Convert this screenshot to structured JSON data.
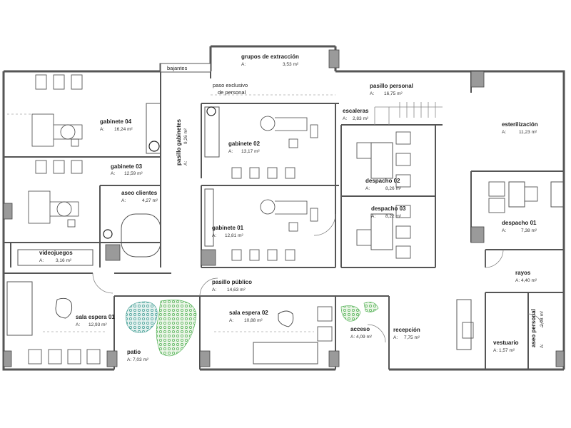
{
  "area_prefix": "A:",
  "area_unit": "m²",
  "labels": {
    "bajantes": "bajantes",
    "paso_exclusivo_1": "paso exclusivo",
    "paso_exclusivo_2": "de personal"
  },
  "rooms": {
    "grupos_extraccion": {
      "name": "grupos de extracción",
      "area": "3,53"
    },
    "gabinete_04": {
      "name": "gabinete 04",
      "area": "16,24"
    },
    "gabinete_03": {
      "name": "gabinete 03",
      "area": "12,59"
    },
    "pasillo_gabinetes": {
      "name": "pasillo gabinetes",
      "area": "9,26"
    },
    "gabinete_02": {
      "name": "gabinete 02",
      "area": "13,17"
    },
    "gabinete_01": {
      "name": "gabinete 01",
      "area": "12,81"
    },
    "aseo_clientes": {
      "name": "aseo clientes",
      "area": "4,27"
    },
    "pasillo_personal": {
      "name": "pasillo personal",
      "area": "16,75"
    },
    "escaleras": {
      "name": "escaleras",
      "area": "2,83"
    },
    "esterilizacion": {
      "name": "esterilización",
      "area": "11,23"
    },
    "despacho_02": {
      "name": "despacho 02",
      "area": "8,26"
    },
    "despacho_03": {
      "name": "despacho 03",
      "area": "8,22"
    },
    "despacho_01": {
      "name": "despacho 01",
      "area": "7,38"
    },
    "videojuegos": {
      "name": "videojuegos",
      "area": "3,16"
    },
    "pasillo_publico": {
      "name": "pasillo público",
      "area": "14,63"
    },
    "rayos": {
      "name": "rayos",
      "area": "4,40"
    },
    "sala_espera_01": {
      "name": "sala espera 01",
      "area": "12,93"
    },
    "sala_espera_02": {
      "name": "sala espera 02",
      "area": "10,88"
    },
    "patio": {
      "name": "patio",
      "area": "7,03"
    },
    "acceso": {
      "name": "acceso",
      "area": "4,09"
    },
    "recepcion": {
      "name": "recepción",
      "area": "7,75"
    },
    "aseo_personal": {
      "name": "aseo personal",
      "area": "2,98"
    },
    "vestuario": {
      "name": "vestuario",
      "area": "1,57"
    }
  }
}
